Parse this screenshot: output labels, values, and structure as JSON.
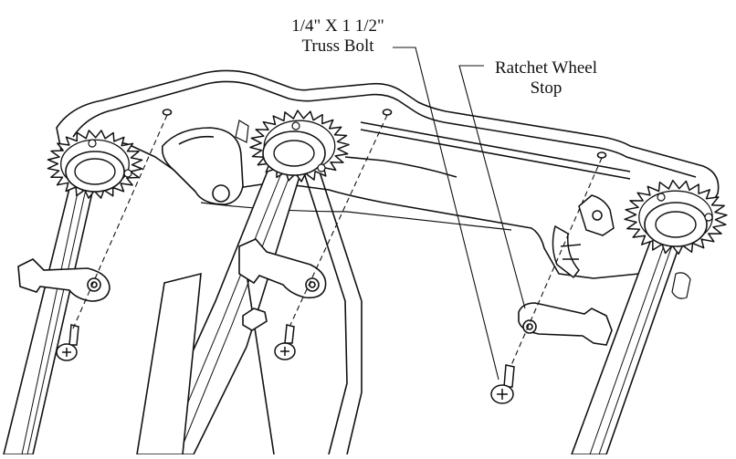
{
  "diagram": {
    "callouts": [
      {
        "id": "truss-bolt",
        "lines": [
          "1/4\" X 1 1/2\"",
          "Truss Bolt"
        ]
      },
      {
        "id": "ratchet-wheel-stop",
        "lines": [
          "Ratchet Wheel",
          "Stop"
        ]
      }
    ],
    "colors": {
      "ink": "#111111",
      "paper": "#ffffff",
      "shade": "#d8d8d8"
    },
    "parts": [
      "frame-bracket",
      "ratchet-wheel-left",
      "ratchet-wheel-center",
      "ratchet-wheel-right",
      "leg-left",
      "leg-center",
      "leg-right",
      "ratchet-wheel-stop",
      "truss-bolt"
    ]
  }
}
